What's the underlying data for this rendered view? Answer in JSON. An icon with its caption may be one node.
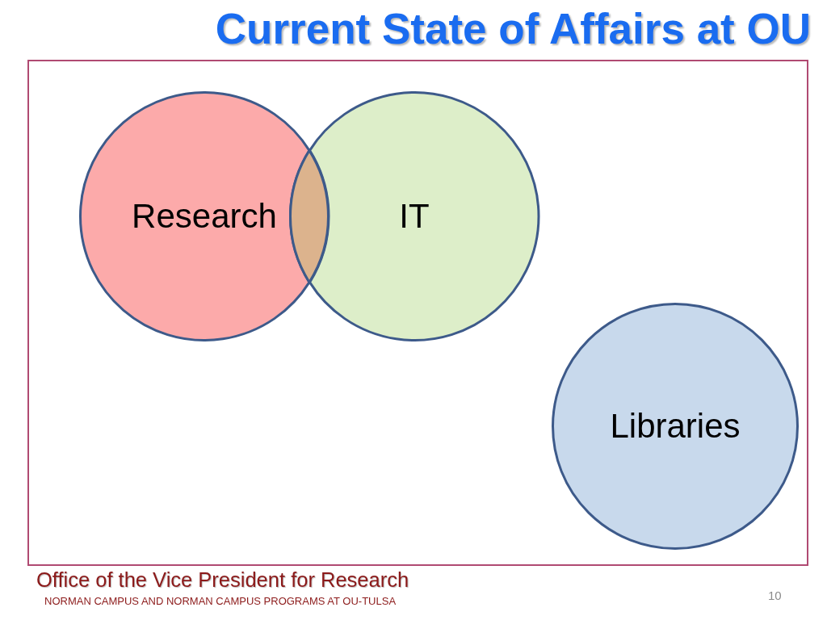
{
  "diagram": {
    "title": "Current State of Affairs at OU",
    "nodes": [
      {
        "text": [
          "Research"
        ]
      },
      {
        "text": [],
        "shape": "lens"
      },
      {
        "text": [
          "IT"
        ]
      },
      {
        "text": [
          "Libraries"
        ]
      }
    ],
    "labels": [
      "Office of the Vice President for Research",
      "NORMAN CAMPUS AND NORMAN CAMPUS PROGRAMS AT OU-TULSA",
      "10"
    ]
  }
}
